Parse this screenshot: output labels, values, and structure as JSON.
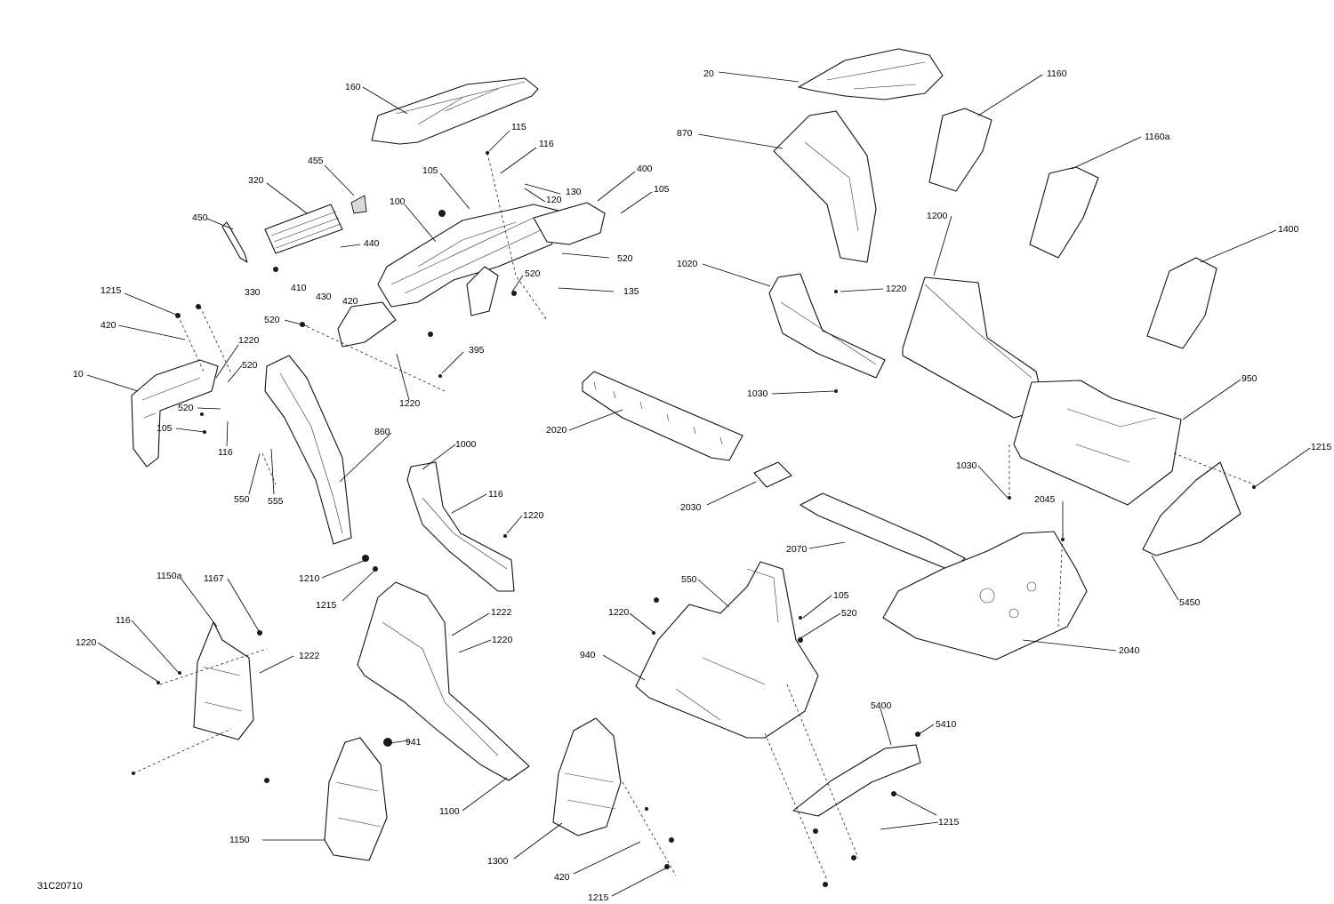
{
  "drawing_code": "31C20710",
  "labels": {
    "l160": "160",
    "l115": "115",
    "l116a": "116",
    "l105a": "105",
    "l400": "400",
    "l105b": "105",
    "l130": "130",
    "l120": "120",
    "l455": "455",
    "l320": "320",
    "l100": "100",
    "l450": "450",
    "l440": "440",
    "l330": "330",
    "l410": "410",
    "l430": "430",
    "l420a": "420",
    "l520a": "520",
    "l520b": "520",
    "l135": "135",
    "l1215a": "1215",
    "l420b": "420",
    "l1220a": "1220",
    "l520c": "520",
    "l520d": "520",
    "l10": "10",
    "l520e": "520",
    "l395": "395",
    "l1220b": "1220",
    "l105c": "105",
    "l116b": "116",
    "l860": "860",
    "l550a": "550",
    "l555": "555",
    "l20": "20",
    "l1160": "1160",
    "l870": "870",
    "l1160a": "1160a",
    "l1200": "1200",
    "l1400": "1400",
    "l1020": "1020",
    "l1220c": "1220",
    "l1030a": "1030",
    "l950": "950",
    "l2020": "2020",
    "l1000": "1000",
    "l116c": "116",
    "l1220d": "1220",
    "l2030": "2030",
    "l1030b": "1030",
    "l1215b": "1215",
    "l2045": "2045",
    "l2070": "2070",
    "l5450": "5450",
    "l1210": "1210",
    "l1215c": "1215",
    "l1150a": "1150a",
    "l1167": "1167",
    "l116d": "116",
    "l1220e": "1220",
    "l1222a": "1222",
    "l1222b": "1222",
    "l1220f": "1220",
    "l550b": "550",
    "l105d": "105",
    "l1220g": "1220",
    "l520f": "520",
    "l940": "940",
    "l2040": "2040",
    "l941": "941",
    "l5400": "5400",
    "l5410": "5410",
    "l1100": "1100",
    "l1215d": "1215",
    "l1150": "1150",
    "l1300": "1300",
    "l420c": "420",
    "l1215e": "1215"
  }
}
